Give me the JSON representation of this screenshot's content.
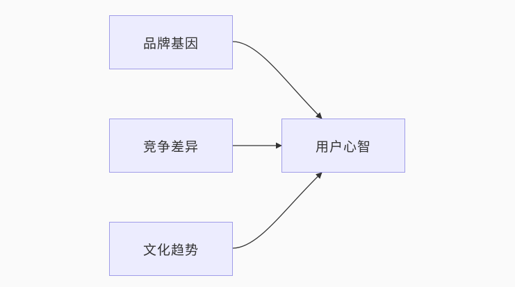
{
  "diagram": {
    "nodes": {
      "brand_gene": "品牌基因",
      "competitive_difference": "竞争差异",
      "cultural_trend": "文化趋势",
      "user_mind": "用户心智"
    },
    "edges": [
      {
        "from": "brand_gene",
        "to": "user_mind"
      },
      {
        "from": "competitive_difference",
        "to": "user_mind"
      },
      {
        "from": "cultural_trend",
        "to": "user_mind"
      }
    ],
    "colors": {
      "node_fill": "#ececfe",
      "node_border": "#9f9ce8",
      "edge": "#333333",
      "text": "#333333",
      "background": "#fafafa"
    }
  }
}
